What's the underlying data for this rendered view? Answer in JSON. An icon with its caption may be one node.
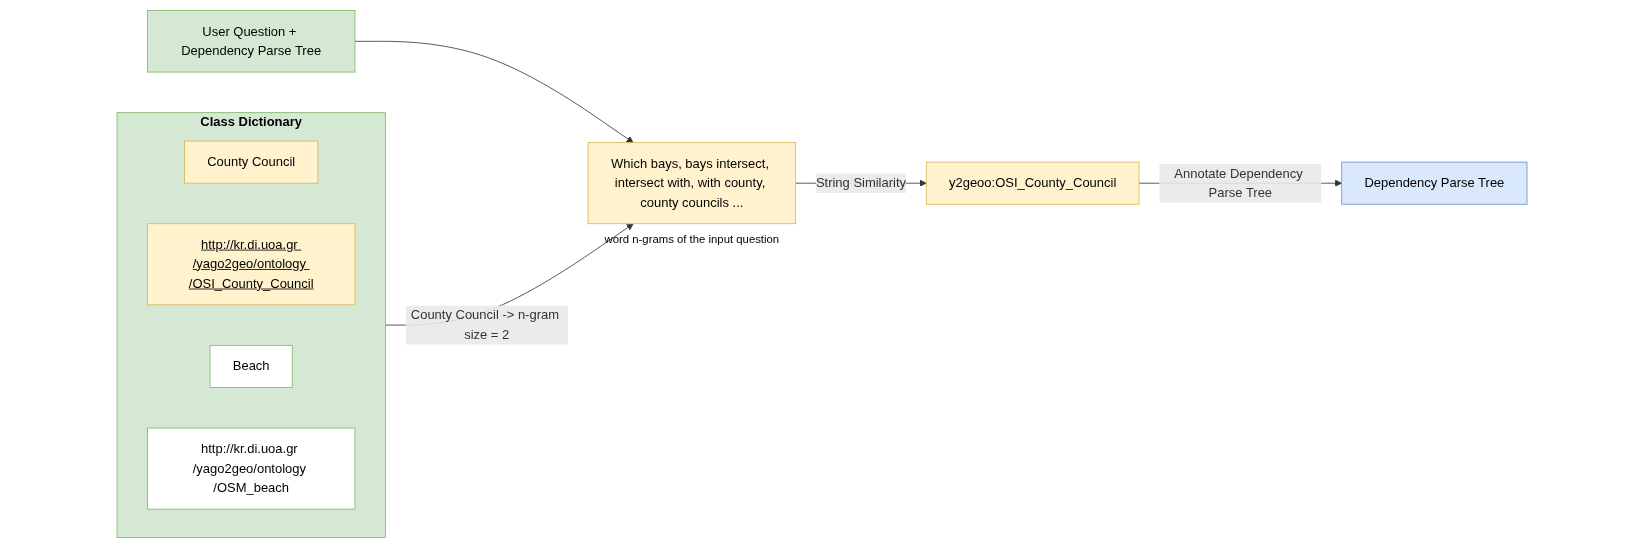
{
  "diagram": {
    "nodes": [
      {
        "text": [
          "Class Dictionary"
        ]
      },
      {
        "text": [
          "County Council"
        ],
        "in": 0
      },
      {
        "text": [
          "http://kr.di.uoa.gr /yago2geo/ontology /OSI_County_Council"
        ],
        "in": 0
      },
      {
        "text": [
          "Beach"
        ],
        "in": 0
      },
      {
        "text": [
          "http://kr.di.uoa.gr /yago2geo/ontology /OSM_beach"
        ],
        "in": 0
      },
      {
        "text": [
          "User Question + Dependency Parse Tree"
        ]
      },
      {
        "text": [
          "Which bays, bays intersect, intersect with, with county, county councils ..."
        ],
        "beside": [
          "word n-grams of the input question"
        ]
      },
      {
        "text": [
          "y2geoo:OSI_County_Council"
        ]
      },
      {
        "text": [
          "Dependency Parse Tree"
        ]
      }
    ],
    "edges": [
      {
        "from": 0,
        "to": 6,
        "arrow": "to",
        "label": "County Council -> n-gram size = 2"
      },
      {
        "from": 5,
        "to": 6,
        "arrow": "to"
      },
      {
        "from": 6,
        "to": 7,
        "arrow": "to",
        "label": "String Similarity"
      },
      {
        "from": 7,
        "to": 8,
        "arrow": "to",
        "label": "Annotate Dependency Parse Tree"
      }
    ]
  }
}
